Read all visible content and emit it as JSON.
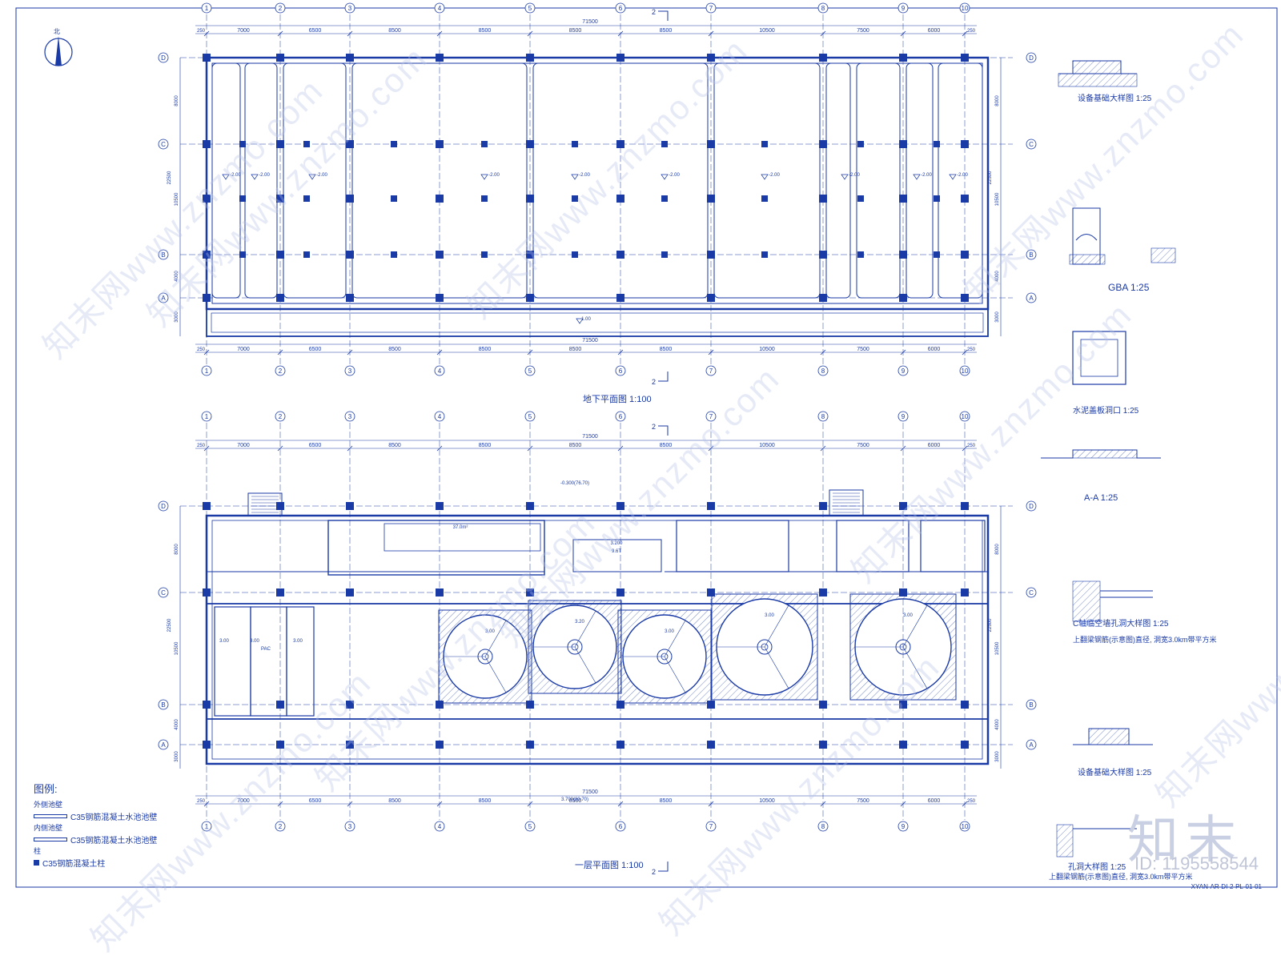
{
  "north_label": "北",
  "axes": {
    "numbers": [
      "1",
      "2",
      "3",
      "4",
      "5",
      "6",
      "7",
      "8",
      "9",
      "10"
    ],
    "letters": [
      "D",
      "C",
      "B",
      "A"
    ]
  },
  "dimensions": {
    "total": "71500",
    "spans": [
      "7000",
      "6500",
      "8500",
      "8500",
      "8500",
      "8500",
      "10500",
      "7500",
      "6000"
    ],
    "edge": "250",
    "vertical_top": [
      "8000",
      "10500",
      "4000",
      "3000"
    ],
    "vertical_total": "22500"
  },
  "rooms_basement": {
    "levels": [
      "-2.00",
      "-2.00",
      "-2.00",
      "-2.00",
      "-2.00",
      "-2.00",
      "-2.00",
      "-2.00"
    ],
    "trench_level": "1.00"
  },
  "first_floor": {
    "elevations": [
      "3.00",
      "3.00",
      "3.00",
      "3.20",
      "3.00",
      "3.00",
      "3.00",
      "3.00",
      "3.00"
    ],
    "tank_labels": [
      "PAC",
      "3.00"
    ],
    "floor_area": "37.0m²",
    "room_area": "9.6T",
    "level": "3.200",
    "level_note": "-0.300(76.70)",
    "bottom_note": "3.700(80.70)"
  },
  "titles": {
    "basement": "地下平面图 1:100",
    "first_floor": "一层平面图 1:100",
    "detail_equipment_foundation": "设备基础大样图 1:25",
    "detail_gba": "GBA 1:25",
    "detail_cement_cover": "水泥盖板洞口 1:25",
    "detail_section_aa": "A-A 1:25",
    "detail_c_axis_opening": "C轴临空墙孔洞大样图 1:25",
    "detail_c_axis_note": "上翻梁钢筋(示意图)直径, 洞宽3.0km带平方米",
    "detail_equipment_foundation_2": "设备基础大样图 1:25",
    "detail_hole": "孔洞大样图 1:25",
    "detail_hole_note": "上翻梁钢筋(示意图)直径, 洞宽3.0km带平方米"
  },
  "legend": {
    "title": "图例:",
    "outer_wall_label": "外侧池壁",
    "outer_wall": "C35钢筋混凝土水池池壁",
    "inner_wall_label": "内侧池壁",
    "inner_wall": "C35钢筋混凝土水池池壁",
    "column_label": "柱",
    "column": "C35钢筋混凝土柱"
  },
  "watermark": {
    "text": "知末网www.znzmo.com"
  },
  "brand": {
    "logo": "知末",
    "id": "ID: 1195558544"
  },
  "drawing_code": "XYAN-AR-DI-2-PL-01-01",
  "colors": {
    "line": "#1a3aa6",
    "background": "#ffffff",
    "watermark": "#b8c4e8"
  }
}
